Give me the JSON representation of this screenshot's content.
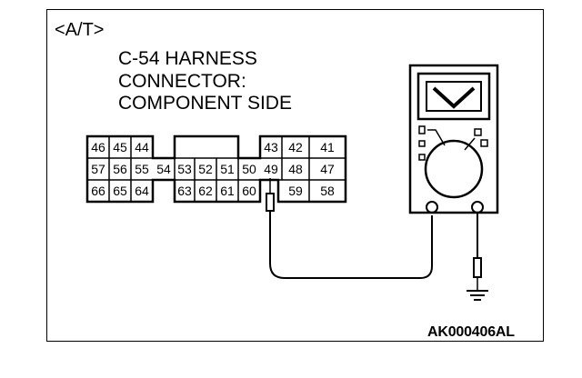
{
  "section_tag": "<A/T>",
  "title_lines": [
    "C-54 HARNESS",
    "CONNECTOR:",
    "COMPONENT SIDE"
  ],
  "figure_code": "AK000406AL",
  "connector": {
    "pins": [
      "46",
      "45",
      "44",
      "43",
      "42",
      "41",
      "57",
      "56",
      "55",
      "54",
      "53",
      "52",
      "51",
      "50",
      "49",
      "48",
      "47",
      "66",
      "65",
      "64",
      "63",
      "62",
      "61",
      "60",
      "59",
      "58"
    ]
  },
  "meter": {
    "mode_symbol": "V"
  }
}
